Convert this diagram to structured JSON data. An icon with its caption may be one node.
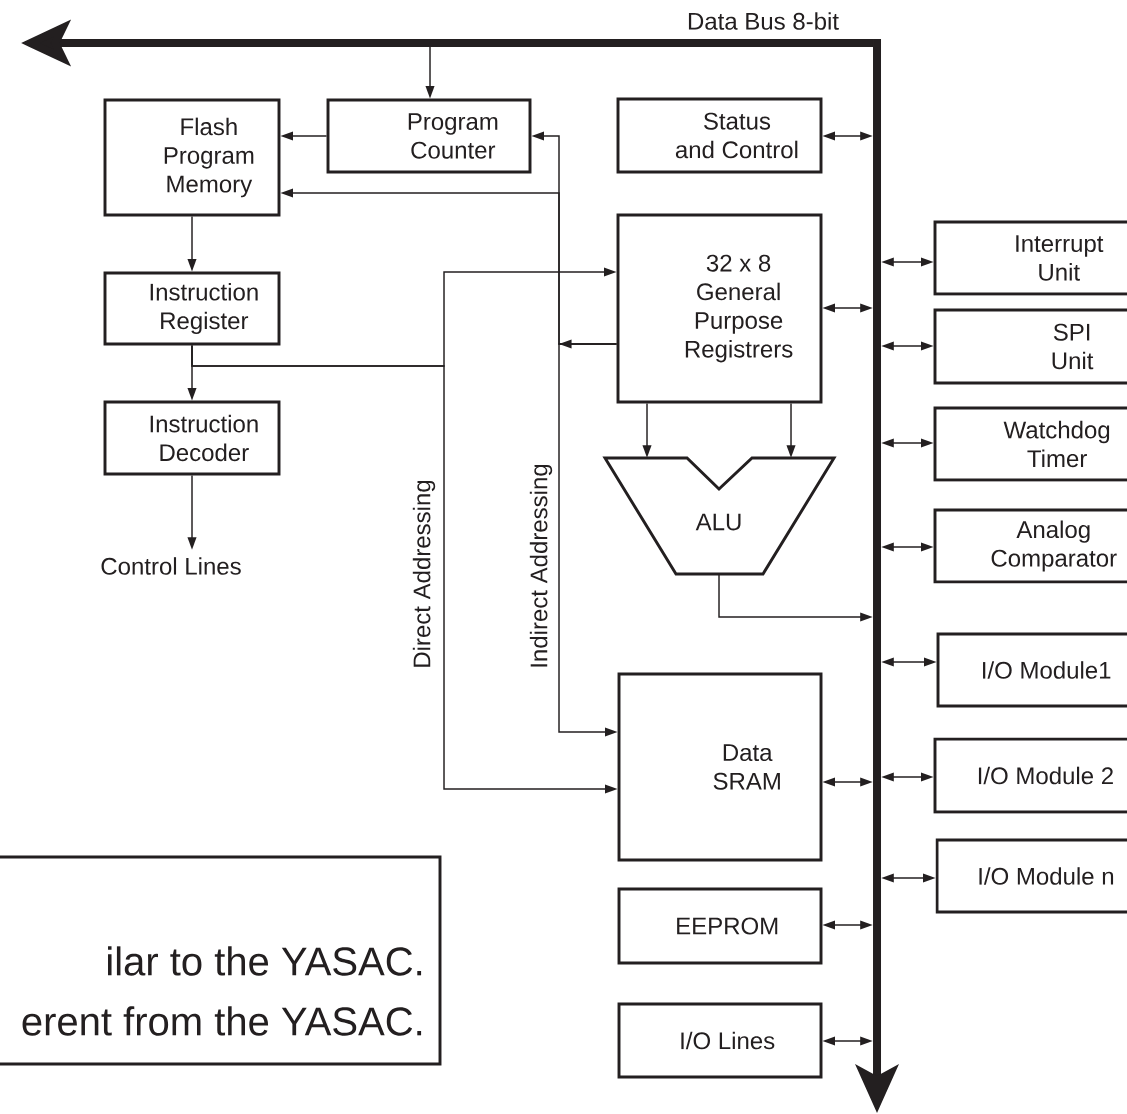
{
  "diagram": {
    "nodes": [
      {
        "text": [],
        "shape": "bar"
      },
      {
        "text": [
          "Flash Program Memory"
        ]
      },
      {
        "text": [
          "Program Counter"
        ]
      },
      {
        "text": [
          "Status and Control"
        ]
      },
      {
        "text": [
          "Instruction Register"
        ]
      },
      {
        "text": [
          "32 x 8 General Purpose Registrers"
        ]
      },
      {
        "text": [
          "Interrupt Unit"
        ]
      },
      {
        "text": [
          "SPI Unit"
        ]
      },
      {
        "text": [
          "Instruction Decoder"
        ]
      },
      {
        "text": [
          "Watchdog Timer"
        ]
      },
      {
        "text": [
          "ALU"
        ]
      },
      {
        "text": [
          "Analog Comparator"
        ]
      },
      {
        "text": [
          "Control Lines"
        ]
      },
      {
        "text": [
          "I/O Module1"
        ]
      },
      {
        "text": [
          "Data SRAM"
        ]
      },
      {
        "text": [
          "I/O Module 2"
        ]
      },
      {
        "text": [
          "I/O Module n"
        ]
      },
      {
        "text": [
          "ilar to the YASAC.",
          "erent from the YASAC."
        ]
      },
      {
        "text": [
          "EEPROM"
        ]
      },
      {
        "text": [
          "I/O Lines"
        ]
      }
    ],
    "edges": [
      {
        "from": null,
        "to": 2,
        "arrow": "to"
      },
      {
        "from": 2,
        "to": 1,
        "arrow": "to"
      },
      {
        "from": 1,
        "to": 4,
        "arrow": "to"
      },
      {
        "from": 4,
        "to": 8,
        "arrow": "to"
      },
      {
        "from": 8,
        "to": 12,
        "arrow": "to"
      },
      {
        "from": 5,
        "to": 2,
        "arrow": "to"
      },
      {
        "from": 5,
        "to": 1,
        "arrow": "to"
      },
      {
        "from": 5,
        "to": 14,
        "arrow": "to",
        "label": "Indirect Addressing"
      },
      {
        "from": 4,
        "to": 5,
        "arrow": "to"
      },
      {
        "from": 4,
        "to": 14,
        "arrow": "to",
        "label": "Direct Addressing"
      },
      {
        "from": 3,
        "to": 0,
        "arrow": "both"
      },
      {
        "from": 5,
        "to": 0,
        "arrow": "both"
      },
      {
        "from": 0,
        "to": 6,
        "arrow": "both"
      },
      {
        "from": 0,
        "to": 7,
        "arrow": "both"
      },
      {
        "from": 5,
        "to": 10,
        "arrow": "to"
      },
      {
        "from": 5,
        "to": 10,
        "arrow": "to"
      },
      {
        "from": 0,
        "to": 9,
        "arrow": "both"
      },
      {
        "from": 0,
        "to": 11,
        "arrow": "both"
      },
      {
        "from": 10,
        "to": 0,
        "arrow": "to"
      },
      {
        "from": 0,
        "to": 13,
        "arrow": "both"
      },
      {
        "from": 14,
        "to": 0,
        "arrow": "both"
      },
      {
        "from": 0,
        "to": 15,
        "arrow": "both"
      },
      {
        "from": 0,
        "to": 16,
        "arrow": "both"
      },
      {
        "from": 18,
        "to": 0,
        "arrow": "both"
      },
      {
        "from": 19,
        "to": 0,
        "arrow": "both"
      }
    ],
    "labels": [
      "Data Bus 8-bit"
    ]
  }
}
